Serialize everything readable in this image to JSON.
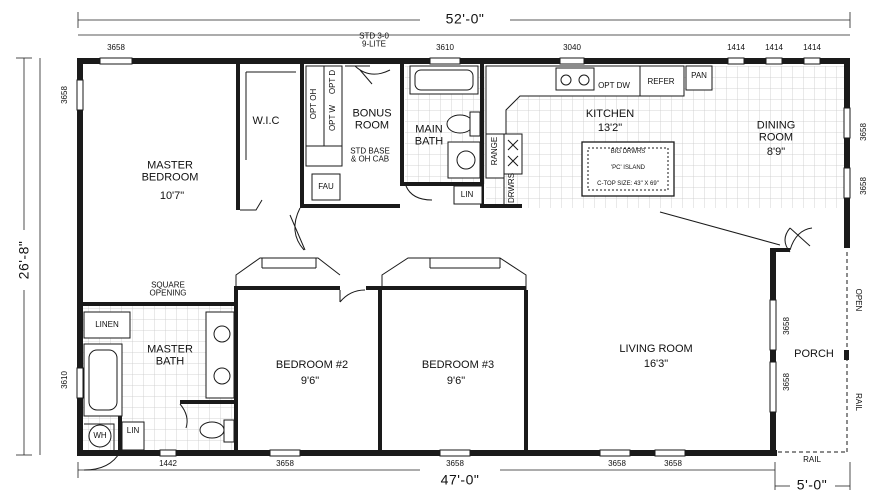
{
  "overall": {
    "width_total": "52'-0\"",
    "depth_total": "26'-8\"",
    "width_home": "47'-0\"",
    "width_porch": "5'-0\""
  },
  "rooms": {
    "master_bedroom": {
      "name": "MASTER\nBEDROOM",
      "size": "10'7\""
    },
    "wic": {
      "name": "W.I.C"
    },
    "bonus_room": {
      "name": "BONUS\nROOM"
    },
    "main_bath": {
      "name": "MAIN\nBATH"
    },
    "kitchen": {
      "name": "KITCHEN",
      "size": "13'2\""
    },
    "dining_room": {
      "name": "DINING\nROOM",
      "size": "8'9\""
    },
    "master_bath": {
      "name": "MASTER\nBATH"
    },
    "bedroom2": {
      "name": "BEDROOM #2",
      "size": "9'6\""
    },
    "bedroom3": {
      "name": "BEDROOM #3",
      "size": "9'6\""
    },
    "living_room": {
      "name": "LIVING ROOM",
      "size": "16'3\""
    },
    "porch": {
      "name": "PORCH"
    }
  },
  "fixtures": {
    "std_door": "STD 3-0\n9-LITE",
    "opt_oh": "OPT OH",
    "opt_d": "OPT D",
    "opt_w": "OPT W",
    "std_base": "STD BASE\n& OH CAB",
    "fau": "FAU",
    "lin_main": "LIN",
    "range": "RANGE",
    "drwrs": "DRWRS",
    "opt_dw": "OPT DW",
    "refer": "REFER",
    "pan": "PAN",
    "island_top": "BIG DRWRS",
    "island_name": "'PC' ISLAND",
    "island_size": "C-TOP SIZE: 43\" X 69\"",
    "square_opening": "SQUARE\nOPENING",
    "linen": "LINEN",
    "wh": "WH",
    "lin_master": "LIN",
    "open": "OPEN",
    "rail_side": "RAIL",
    "rail_bottom": "RAIL"
  },
  "windows": {
    "top_3658": "3658",
    "top_3610": "3610",
    "top_3040": "3040",
    "top_1414_a": "1414",
    "top_1414_b": "1414",
    "top_1414_c": "1414",
    "left_3658": "3658",
    "left_3610": "3610",
    "right_3658_a": "3658",
    "right_3658_b": "3658",
    "porch_3658_a": "3658",
    "porch_3658_b": "3658",
    "bottom_1442": "1442",
    "bottom_3658_a": "3658",
    "bottom_3658_b": "3658",
    "bottom_3658_c": "3658",
    "bottom_3658_d": "3658"
  }
}
